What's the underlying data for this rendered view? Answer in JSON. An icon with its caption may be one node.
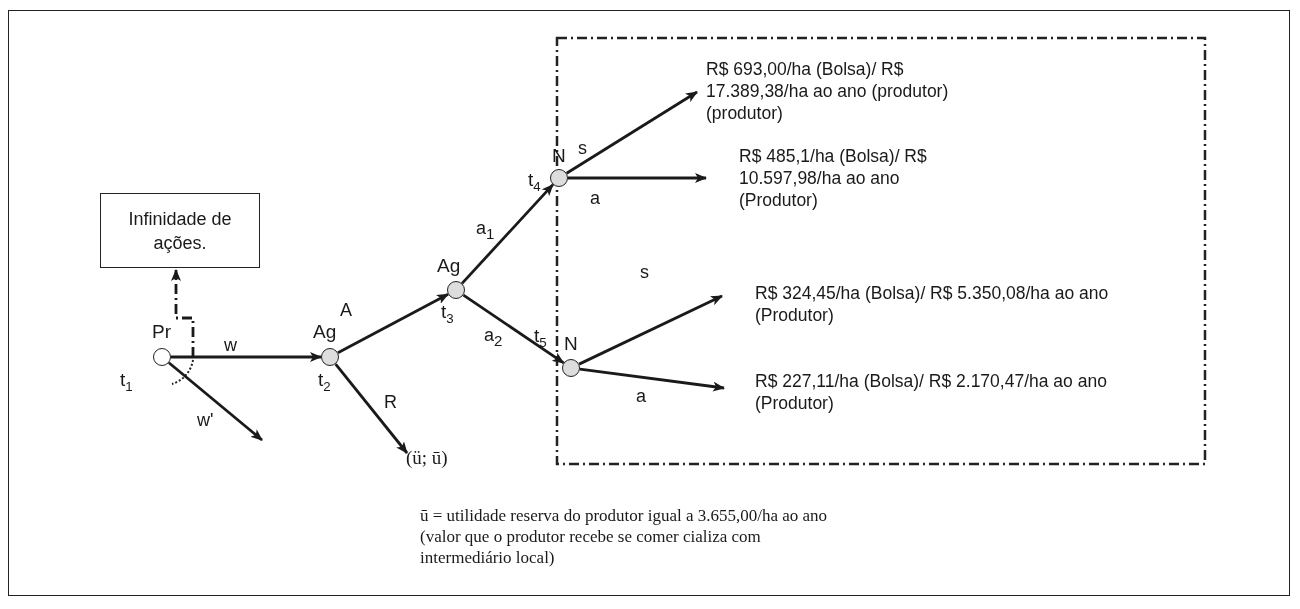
{
  "diagram": {
    "nodes": [
      {
        "text": [
          "Infinidade de ações."
        ]
      },
      {
        "text": [],
        "shape": "circle",
        "beside": [
          "Pr",
          "t$_{1}$"
        ]
      },
      {
        "text": [],
        "shape": "circle",
        "beside": [
          "Ag",
          "t$_{2}$"
        ]
      },
      {
        "text": [],
        "shape": "circle",
        "beside": [
          "Ag",
          "t$_{3}$"
        ]
      },
      {
        "text": [],
        "shape": "circle",
        "beside": [
          "N",
          "t$_{4}$"
        ]
      },
      {
        "text": [],
        "shape": "circle",
        "beside": [
          "N",
          "t$_{5}$"
        ]
      },
      {
        "text": [
          "(ü; ū)"
        ]
      },
      {
        "text": [
          "R$ 693,00/ha (Bolsa)/ R$ 17.389,38/ha ao ano (produtor) (produtor)"
        ]
      },
      {
        "text": [
          "R$ 485,1/ha (Bolsa)/ R$ 10.597,98/ha ao ano (Produtor)"
        ]
      },
      {
        "text": [
          "R$ 324,45/ha (Bolsa)/ R$ 5.350,08/ha ao ano (Produtor)"
        ]
      },
      {
        "text": [
          "R$ 227,11/ha (Bolsa)/ R$ 2.170,47/ha ao ano (Produtor)"
        ]
      }
    ],
    "edges": [
      {
        "from": 1,
        "to": 0,
        "arrow": "to",
        "style": "dashed"
      },
      {
        "from": 1,
        "to": 2,
        "arrow": "to",
        "label": "w"
      },
      {
        "from": 1,
        "to": null,
        "arrow": "to",
        "label": "w'"
      },
      {
        "from": 2,
        "to": 3,
        "arrow": "to",
        "label": "A"
      },
      {
        "from": 2,
        "to": 6,
        "arrow": "to",
        "label": "R"
      },
      {
        "from": 3,
        "to": 4,
        "arrow": "to",
        "label": "a$_{1}$"
      },
      {
        "from": 3,
        "to": 5,
        "arrow": "to",
        "label": "a$_{2}$"
      },
      {
        "from": 4,
        "to": 7,
        "arrow": "to",
        "label": "s"
      },
      {
        "from": 4,
        "to": 8,
        "arrow": "to",
        "label": "a"
      },
      {
        "from": 5,
        "to": 9,
        "arrow": "to",
        "label": "s"
      },
      {
        "from": 5,
        "to": 10,
        "arrow": "to",
        "label": "a"
      }
    ],
    "labels": [
      "ū = utilidade reserva do produtor igual a 3.655,00/ha ao ano (valor que o produtor recebe se comer cializa com intermediário local)"
    ]
  }
}
